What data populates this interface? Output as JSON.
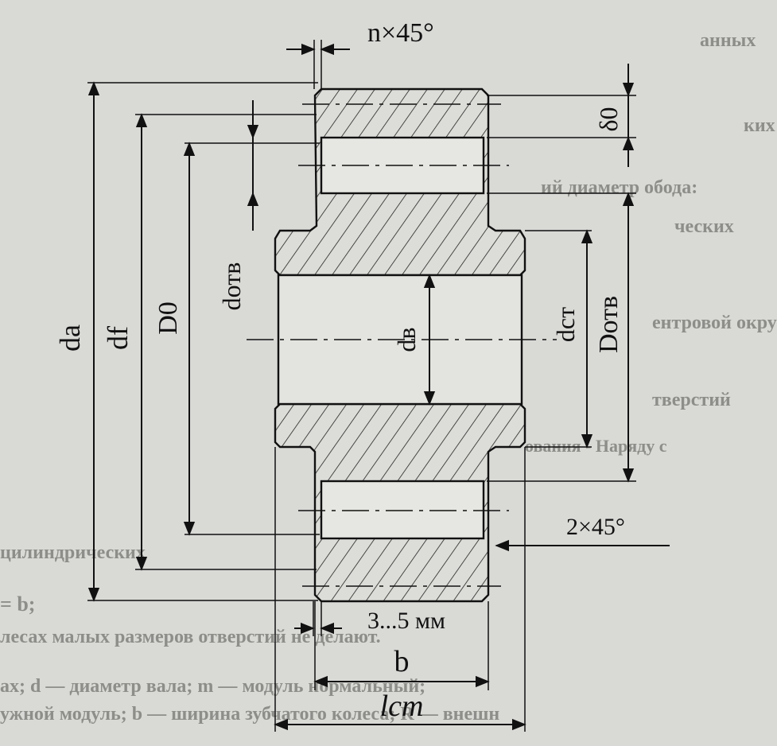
{
  "background_text": [
    "анных",
    "ких",
    "ий диаметр обода:",
    "ческих",
    "ентровой окру",
    "тверстий",
    "ования - Наряду с",
    "цилиндрических",
    "= b;",
    "лесах малых размеров отверстий не делают.",
    "ах; d — диаметр вала; m — модуль нормальный;",
    "ужной модуль; b — ширина зубчатого колеса; R — внешн"
  ],
  "labels": {
    "chamfer_top": "n×45°",
    "chamfer_hub": "2×45°",
    "da": "da",
    "df": "df",
    "D0": "D0",
    "d_otv": "dотв",
    "d_v": "dв",
    "d_st": "dст",
    "D_otv": "Dотв",
    "delta0": "δ0",
    "offset": "3...5 мм",
    "b": "b",
    "l_st": "lст"
  },
  "colors": {
    "ink": "#111111",
    "paper": "#d9d9d6",
    "faded_text": "#8d8d8a"
  }
}
